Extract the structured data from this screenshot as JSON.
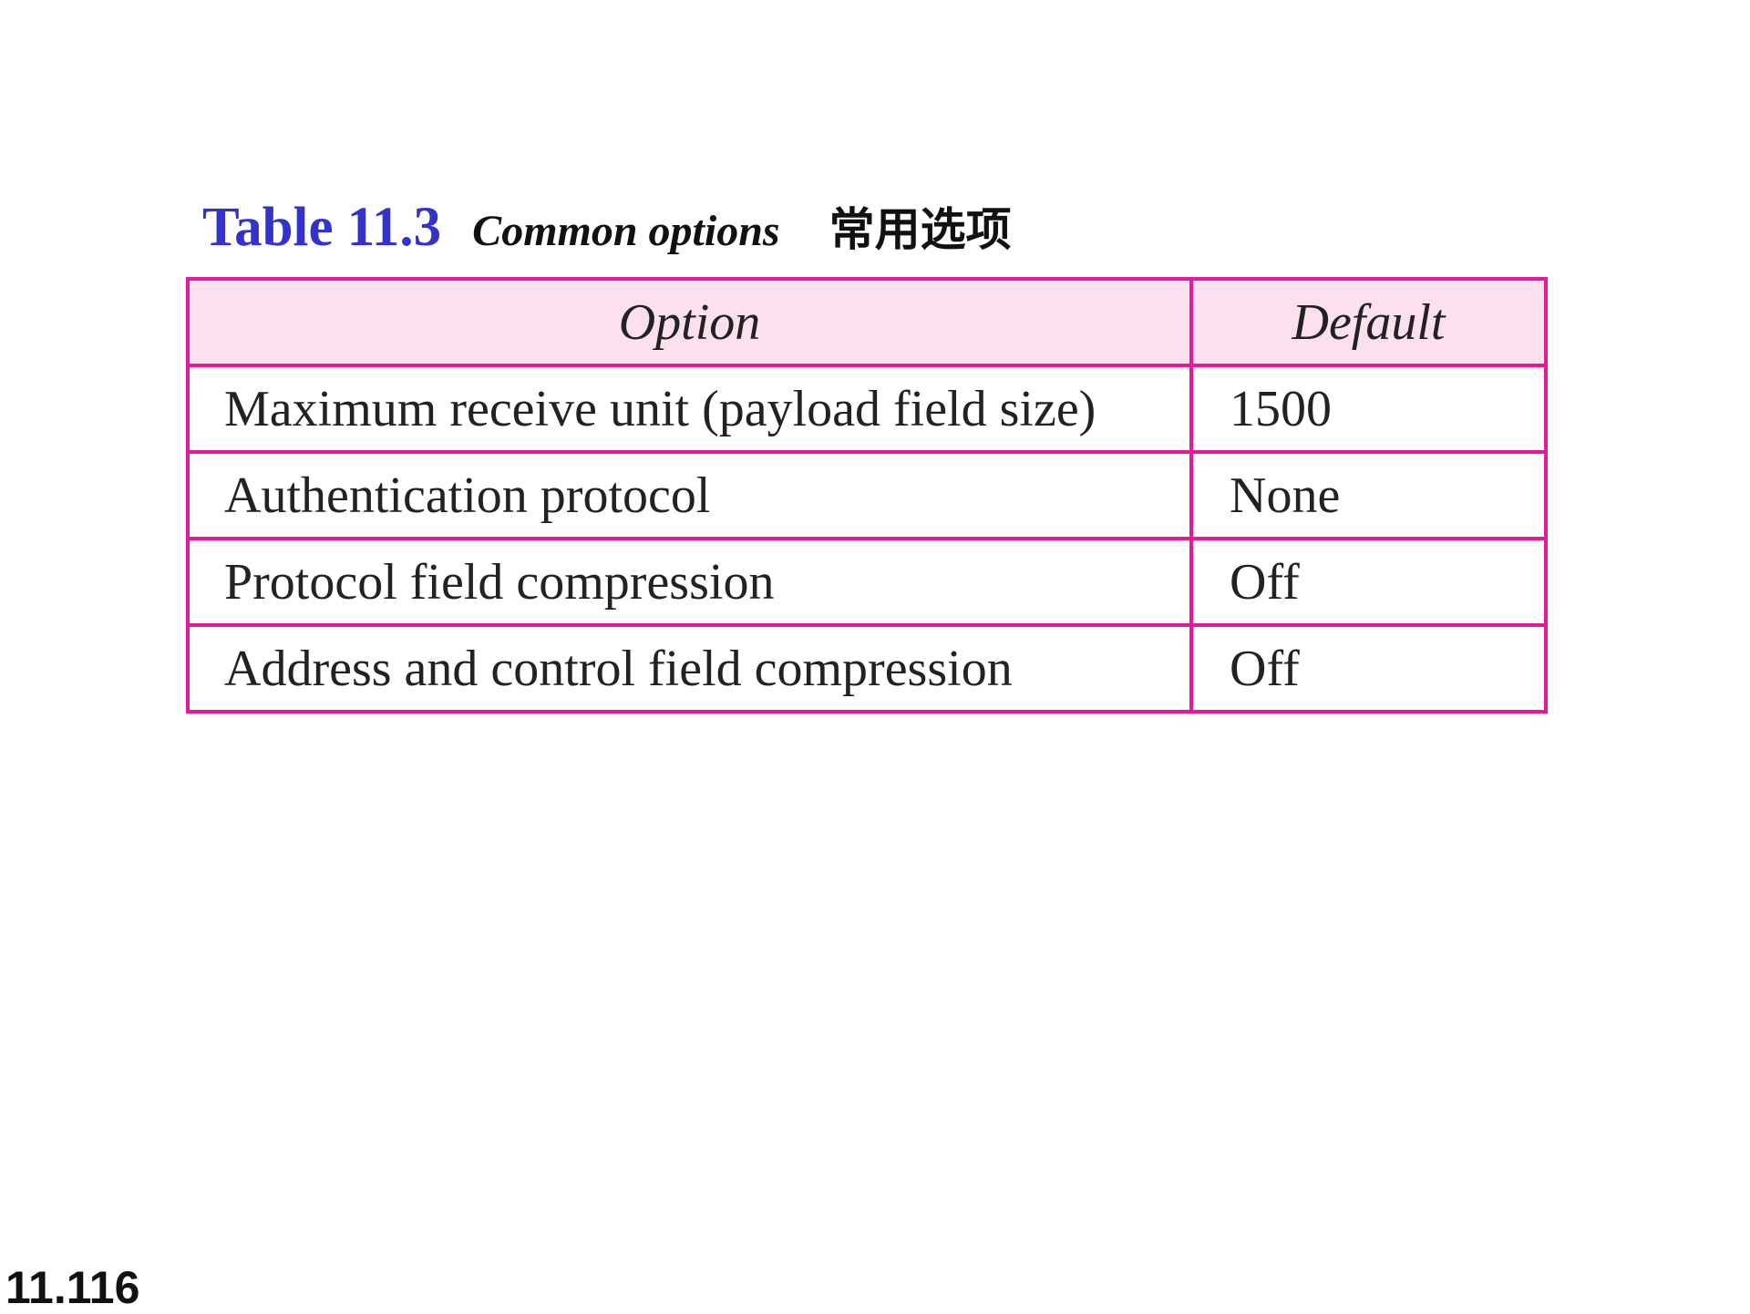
{
  "caption": {
    "number": "Table 11.3",
    "title": "Common options",
    "chinese_title": "常用选项"
  },
  "table": {
    "headers": [
      "Option",
      "Default"
    ],
    "rows": [
      {
        "option": "Maximum receive unit (payload field size)",
        "default": "1500"
      },
      {
        "option": "Authentication protocol",
        "default": "None"
      },
      {
        "option": "Protocol field compression",
        "default": "Off"
      },
      {
        "option": "Address and control field compression",
        "default": "Off"
      }
    ]
  },
  "page_number": "11.116",
  "colors": {
    "caption_number": "#3333cc",
    "table_border": "#e8189b",
    "header_background": "#fde0ee"
  }
}
